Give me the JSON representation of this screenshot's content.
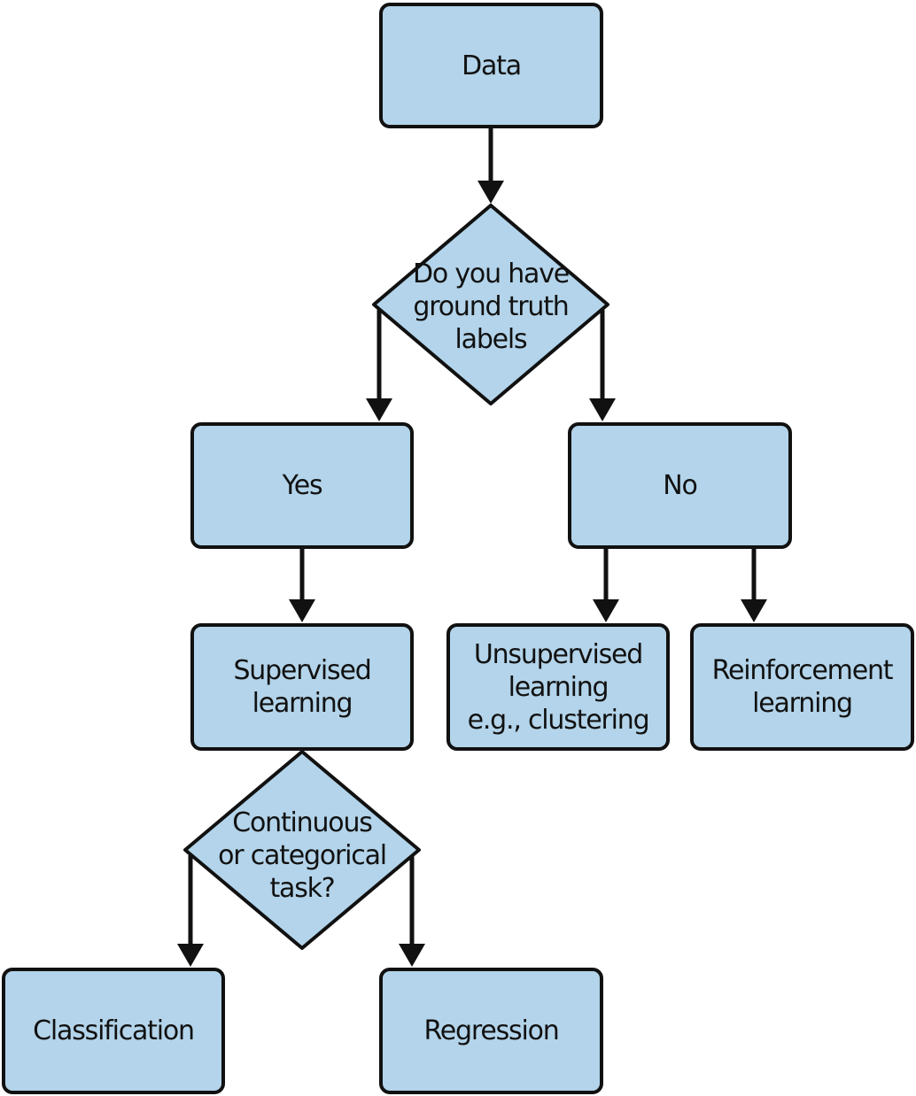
{
  "colors": {
    "node_fill": "#b3d4ea",
    "stroke": "#111111",
    "text": "#111111",
    "background": "#ffffff"
  },
  "nodes": {
    "data": "Data",
    "question_labels": "Do you have\nground truth\nlabels",
    "yes": "Yes",
    "no": "No",
    "supervised": "Supervised\nlearning",
    "unsupervised": "Unsupervised\nlearning\ne.g., clustering",
    "reinforcement": "Reinforcement\nlearning",
    "question_task": "Continuous\nor categorical\ntask?",
    "classification": "Classification",
    "regression": "Regression"
  }
}
